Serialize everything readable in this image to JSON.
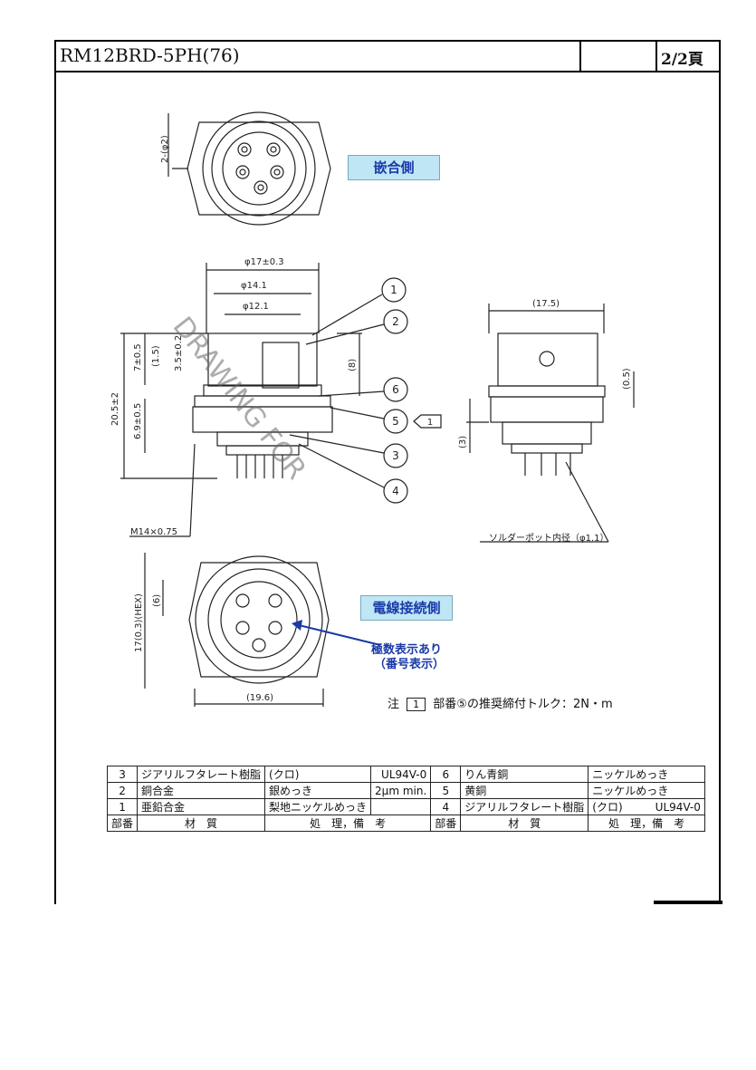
{
  "header": {
    "title": "RM12BRD-5PH(76)",
    "page": "2/2頁"
  },
  "views": {
    "mating_side_label": "嵌合側",
    "wire_side_label": "電線接続側",
    "polarity_note_line1": "極数表示あり",
    "polarity_note_line2": "（番号表示）",
    "watermark": "DRAWING FOR"
  },
  "dimensions": {
    "d1": "2-(φ2)",
    "d2": "φ17±0.3",
    "d3": "φ14.1",
    "d4": "φ12.1",
    "d5": "(17.5)",
    "d6": "7±0.5",
    "d7": "(1.5)",
    "d8": "3.5±0.2",
    "d9": "(8)",
    "d10": "20.5±2",
    "d11": "6.9±0.5",
    "d12": "(0.5)",
    "d13": "(3)",
    "d14": "M14×0.75",
    "d15": "ソルダーポット内径（φ1.1）",
    "d16": "(6)",
    "d17": "17(0.3)(HEX)",
    "d18": "(19.6)"
  },
  "balloons": [
    "1",
    "2",
    "6",
    "5",
    "3",
    "4"
  ],
  "note": {
    "prefix": "注",
    "flag": "1",
    "text": "部番⑤の推奨締付トルク：2N・m"
  },
  "parts_table": {
    "rows": [
      {
        "no": "3",
        "material": "ジアリルフタレート樹脂",
        "finish": "(クロ)",
        "spec": "UL94V-0",
        "no2": "6",
        "material2": "りん青銅",
        "finish2": "ニッケルめっき"
      },
      {
        "no": "2",
        "material": "銅合金",
        "finish": "銀めっき",
        "spec": "2μm min.",
        "no2": "5",
        "material2": "黄銅",
        "finish2": "ニッケルめっき"
      },
      {
        "no": "1",
        "material": "亜鉛合金",
        "finish": "梨地ニッケルめっき",
        "spec": "",
        "no2": "4",
        "material2": "ジアリルフタレート樹脂",
        "finish2": "(クロ)　　　UL94V-0"
      }
    ],
    "headers": {
      "no": "部番",
      "material": "材　質",
      "finish": "処　理，備　考"
    }
  }
}
